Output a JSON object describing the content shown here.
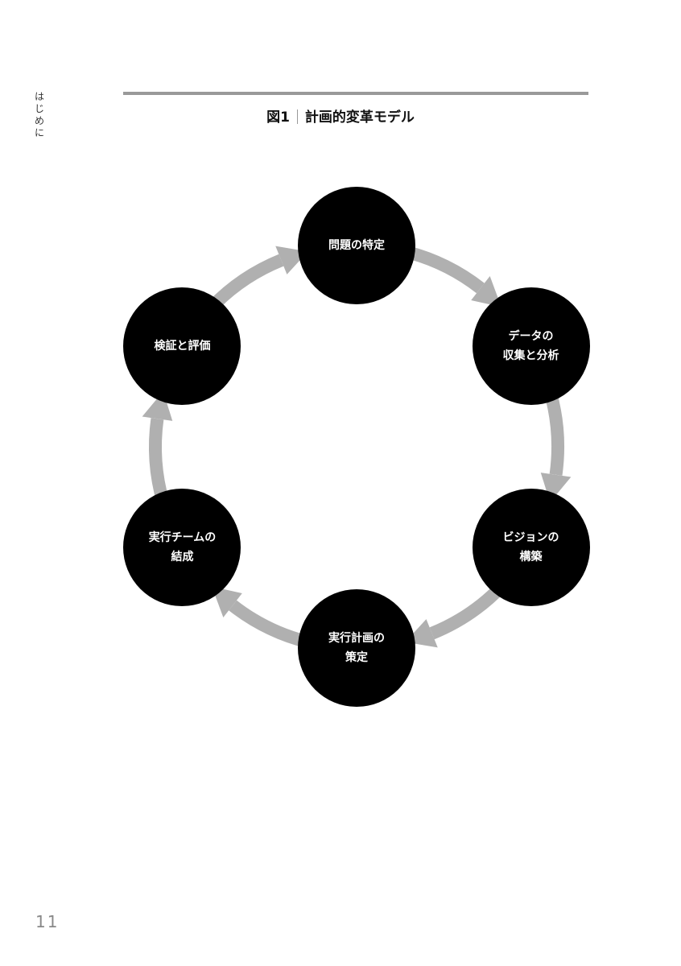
{
  "running_head": "はじめに",
  "figure": {
    "label": "図1",
    "title": "計画的変革モデル",
    "arrow_color": "#b0b0b0",
    "node_color": "#000000",
    "nodes": [
      {
        "label": "問題の特定"
      },
      {
        "label": "データの\n収集と分析"
      },
      {
        "label": "ビジョンの\n構築"
      },
      {
        "label": "実行計画の\n策定"
      },
      {
        "label": "実行チームの\n結成"
      },
      {
        "label": "検証と評価"
      }
    ]
  },
  "page_number": "11"
}
